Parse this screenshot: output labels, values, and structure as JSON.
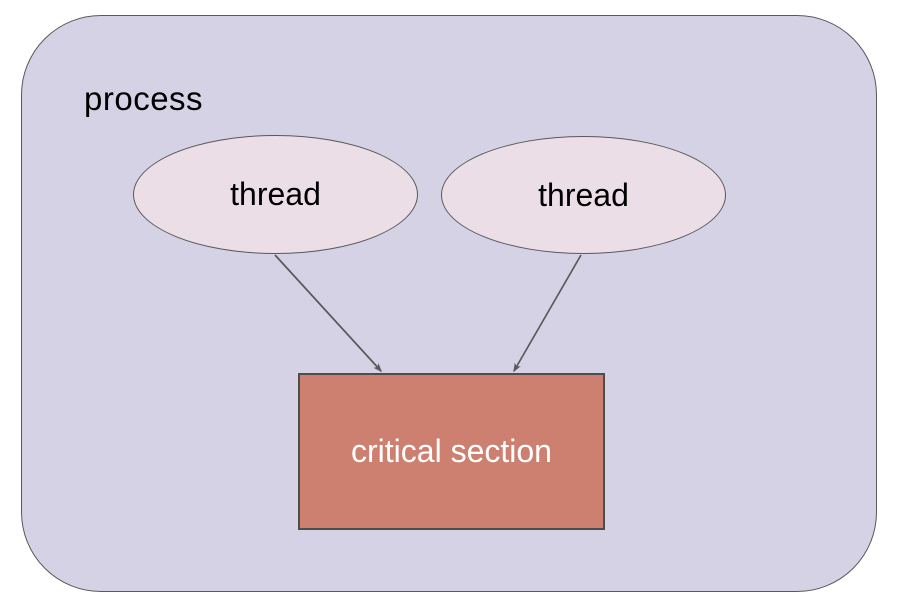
{
  "diagram": {
    "title": "process-threads-critical-section",
    "process": {
      "label": "process"
    },
    "threads": [
      {
        "label": "thread"
      },
      {
        "label": "thread"
      }
    ],
    "critical_section": {
      "label": "critical section"
    },
    "arrows": [
      {
        "from": "thread-left",
        "to": "critical-section"
      },
      {
        "from": "thread-right",
        "to": "critical-section"
      }
    ],
    "colors": {
      "background": "#ffffff",
      "process_fill": "#d5d2e6",
      "process_border": "#595959",
      "process_text": "#000000",
      "thread_fill": "#ecdee6",
      "thread_border": "#595959",
      "thread_text": "#000000",
      "critical_fill": "#cd8070",
      "critical_border": "#4d4d4d",
      "critical_text": "#ffffff",
      "arrow": "#595959"
    }
  }
}
